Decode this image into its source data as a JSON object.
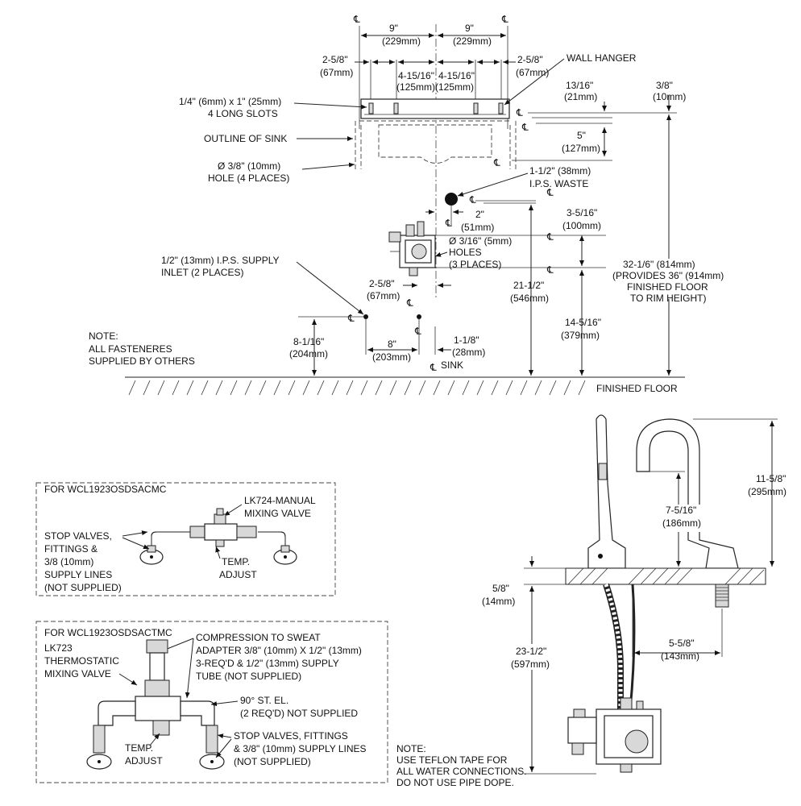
{
  "centerline_symbol": "℄",
  "top_view": {
    "dims": {
      "nine_left": "9\"",
      "nine_left_mm": "(229mm)",
      "nine_right": "9\"",
      "nine_right_mm": "(229mm)",
      "two58_left": "2-5/8\"",
      "two58_left_mm": "(67mm)",
      "two58_right": "2-5/8\"",
      "two58_right_mm": "(67mm)",
      "four1516_left": "4-15/16\"",
      "four1516_left_mm": "(125mm)",
      "four1516_right": "4-15/16\"",
      "four1516_right_mm": "(125mm)",
      "thirteen16": "13/16\"",
      "thirteen16_mm": "(21mm)",
      "three8": "3/8\"",
      "three8_mm": "(10mm)",
      "five": "5\"",
      "five_mm": "(127mm)",
      "waste_size": "1-1/2\" (38mm)",
      "waste_label": "I.P.S. WASTE",
      "two": "2\"",
      "two_mm": "(51mm)",
      "three516": "3-5/16\"",
      "three516_mm": "(100mm)",
      "holes_size": "Ø 3/16\" (5mm)",
      "holes_label": "HOLES",
      "holes_places": "(3 PLACES)",
      "thirtytwo": "32-1/6\" (814mm)",
      "provides": "(PROVIDES 36\" (914mm)",
      "finished_floor": "FINISHED FLOOR",
      "rim_height": "TO RIM HEIGHT)",
      "twentyone": "21-1/2\"",
      "twentyone_mm": "(546mm)",
      "fourteen": "14-5/16\"",
      "fourteen_mm": "(379mm)",
      "two58_mid": "2-5/8\"",
      "two58_mid_mm": "(67mm)",
      "eight116": "8-1/16\"",
      "eight116_mm": "(204mm)",
      "eight": "8\"",
      "eight_mm": "(203mm)",
      "one18": "1-1/8\"",
      "one18_mm": "(28mm)",
      "sink": "SINK"
    },
    "labels": {
      "wall_hanger": "WALL HANGER",
      "slots_1": "1/4\" (6mm) x 1\" (25mm)",
      "slots_2": "4 LONG SLOTS",
      "outline": "OUTLINE OF SINK",
      "hole_1": "Ø 3/8\" (10mm)",
      "hole_2": "HOLE (4 PLACES)",
      "supply_1": "1/2\" (13mm) I.P.S. SUPPLY",
      "supply_2": "INLET (2 PLACES)",
      "note_1": "NOTE:",
      "note_2": "ALL FASTENERES",
      "note_3": "SUPPLIED BY OTHERS",
      "finished_floor": "FINISHED FLOOR"
    }
  },
  "box1": {
    "title": "FOR  WCL1923OSDSACMC",
    "valve_1": "LK724-MANUAL",
    "valve_2": "MIXING VALVE",
    "stop_1": "STOP VALVES,",
    "stop_2": "FITTINGS &",
    "stop_3": "3/8 (10mm)",
    "stop_4": "SUPPLY LINES",
    "stop_5": "(NOT SUPPLIED)",
    "temp_1": "TEMP.",
    "temp_2": "ADJUST"
  },
  "box2": {
    "title": "FOR  WCL1923OSDSACTMC",
    "lk_1": "LK723",
    "lk_2": "THERMOSTATIC",
    "lk_3": "MIXING VALVE",
    "comp_1": "COMPRESSION TO SWEAT",
    "comp_2": "ADAPTER 3/8\" (10mm) X 1/2\" (13mm)",
    "comp_3": "3-REQ'D & 1/2\" (13mm) SUPPLY",
    "comp_4": "TUBE (NOT SUPPLIED)",
    "el_1": "90° ST. EL.",
    "el_2": "(2 REQ'D) NOT SUPPLIED",
    "stop_1": "STOP VALVES, FITTINGS",
    "stop_2": "& 3/8\" (10mm) SUPPLY LINES",
    "stop_3": "(NOT SUPPLIED)",
    "temp_1": "TEMP.",
    "temp_2": "ADJUST"
  },
  "side_view": {
    "h1158": "11-5/8\"",
    "h1158_mm": "(295mm)",
    "h7516": "7-5/16\"",
    "h7516_mm": "(186mm)",
    "h58": "5/8\"",
    "h58_mm": "(14mm)",
    "h2312": "23-1/2\"",
    "h2312_mm": "(597mm)",
    "w558": "5-5/8\"",
    "w558_mm": "(143mm)",
    "note_1": "NOTE:",
    "note_2": "USE TEFLON TAPE FOR",
    "note_3": "ALL WATER CONNECTIONS.",
    "note_4": "DO NOT USE PIPE DOPE."
  }
}
